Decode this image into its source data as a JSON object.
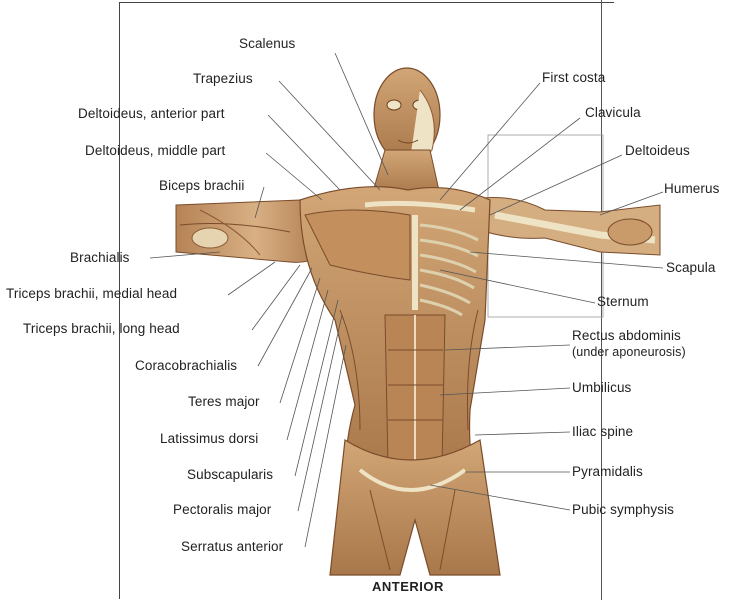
{
  "figure": {
    "caption": "ANTERIOR",
    "left_labels": [
      {
        "id": "scalenus",
        "text": "Scalenus"
      },
      {
        "id": "trapezius",
        "text": "Trapezius"
      },
      {
        "id": "deltoideus-anterior",
        "text": "Deltoideus, anterior part"
      },
      {
        "id": "deltoideus-middle",
        "text": "Deltoideus, middle part"
      },
      {
        "id": "biceps",
        "text": "Biceps brachii"
      },
      {
        "id": "brachialis",
        "text": "Brachialis"
      },
      {
        "id": "triceps-medial",
        "text": "Triceps brachii, medial head"
      },
      {
        "id": "triceps-long",
        "text": "Triceps brachii, long head"
      },
      {
        "id": "coracobrachialis",
        "text": "Coracobrachialis"
      },
      {
        "id": "teres-major",
        "text": "Teres major"
      },
      {
        "id": "latissimus",
        "text": "Latissimus dorsi"
      },
      {
        "id": "subscapularis",
        "text": "Subscapularis"
      },
      {
        "id": "pectoralis",
        "text": "Pectoralis major"
      },
      {
        "id": "serratus",
        "text": "Serratus anterior"
      }
    ],
    "right_labels": [
      {
        "id": "first-costa",
        "text": "First costa"
      },
      {
        "id": "clavicula",
        "text": "Clavicula"
      },
      {
        "id": "deltoideus",
        "text": "Deltoideus"
      },
      {
        "id": "humerus",
        "text": "Humerus"
      },
      {
        "id": "scapula",
        "text": "Scapula"
      },
      {
        "id": "sternum",
        "text": "Sternum"
      },
      {
        "id": "rectus-1",
        "text": "Rectus abdominis"
      },
      {
        "id": "rectus-2",
        "text": "(under aponeurosis)"
      },
      {
        "id": "umbilicus",
        "text": "Umbilicus"
      },
      {
        "id": "iliac",
        "text": "Iliac spine"
      },
      {
        "id": "pyramidalis",
        "text": "Pyramidalis"
      },
      {
        "id": "pubic",
        "text": "Pubic symphysis"
      }
    ],
    "colors": {
      "muscle": "#c89a6a",
      "muscle_dark": "#8a5a35",
      "bone": "#eee3c4",
      "line": "#555555"
    }
  }
}
